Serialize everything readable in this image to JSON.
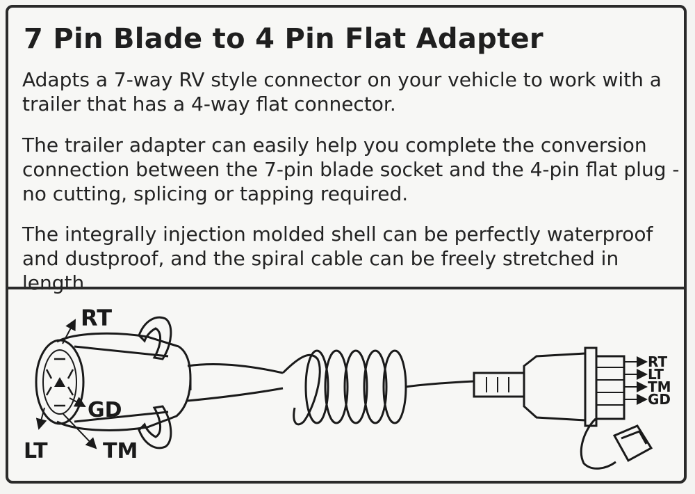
{
  "title": "7 Pin Blade to 4 Pin Flat Adapter",
  "paragraphs": [
    "Adapts a 7-way RV style connector on your vehicle to work with a trailer that has a 4-way flat connector.",
    "The trailer adapter can easily help you complete the conversion connection between the 7-pin blade socket and the 4-pin flat plug - no cutting, splicing or tapping required.",
    "The integrally injection molded shell can be perfectly waterproof and dustproof, and the spiral cable can be freely stretched in length."
  ],
  "diagram": {
    "socket_labels": {
      "rt": "RT",
      "gd": "GD",
      "lt": "LT",
      "tm": "TM"
    },
    "plug_labels": {
      "rt": "RT",
      "lt": "LT",
      "tm": "TM",
      "gd": "GD"
    }
  }
}
